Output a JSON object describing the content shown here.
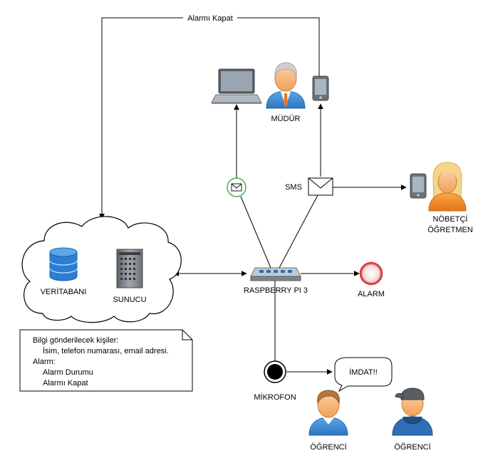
{
  "edges": {
    "alarm_off_label": "Alarmı Kapat",
    "sms_label": "SMS"
  },
  "nodes": {
    "principal": "MÜDÜR",
    "teacher_line1": "NÖBETÇİ",
    "teacher_line2": "ÖĞRETMEN",
    "database": "VERİTABANI",
    "server": "SUNUCU",
    "raspberry": "RASPBERRY PI 3",
    "alarm": "ALARM",
    "microphone": "MİKROFON",
    "help_bubble": "İMDAT!!",
    "student_1": "ÖĞRENCİ",
    "student_2": "ÖĞRENCİ"
  },
  "note": {
    "line1": "Bilgi gönderilecek kişiler:",
    "line2": "İsim, telefon numarası, email adresi.",
    "line3": "Alarm:",
    "line4": "Alarm Durumu",
    "line5": "Alarmı Kapat"
  },
  "colors": {
    "person_blue": "#3f8fd2",
    "person_skin": "#f7b071",
    "teacher_orange": "#f28c28",
    "hair_blonde": "#f6d58a",
    "hair_gray": "#c8c8c8",
    "database_blue": "#2a7fd4",
    "alarm_red": "#d93a3a",
    "email_green": "#4caf50",
    "device_gray": "#8a8f96"
  },
  "icons": [
    "laptop-icon",
    "phone-icon",
    "person-icon",
    "envelope-icon",
    "database-icon",
    "server-icon",
    "router-icon",
    "alarm-icon",
    "microphone-icon",
    "cloud-icon",
    "speech-bubble-icon"
  ]
}
